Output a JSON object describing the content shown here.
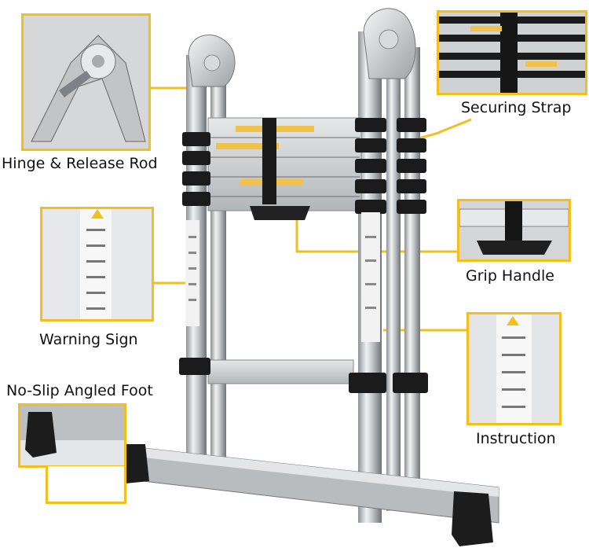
{
  "colors": {
    "accent": "#f2bf1c",
    "metal": "#c9cccf",
    "rubber": "#1c1c1c",
    "background": "#ffffff"
  },
  "labels": {
    "hinge": "Hinge & Release Rod",
    "strap": "Securing Strap",
    "grip": "Grip Handle",
    "warning": "Warning Sign",
    "instruction": "Instruction",
    "foot": "No-Slip Angled Foot"
  }
}
